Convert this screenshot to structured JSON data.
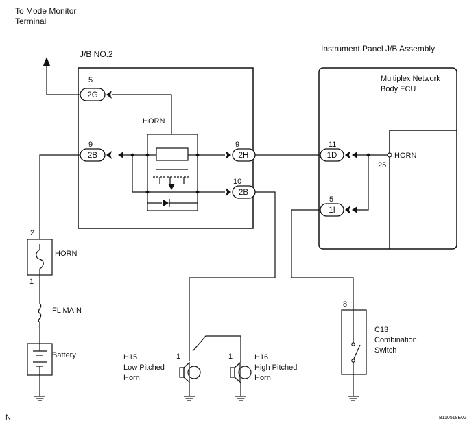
{
  "mode_monitor_line1": "To Mode Monitor",
  "mode_monitor_line2": "Terminal",
  "jb2_title": "J/B NO.2",
  "ip_jb_title": "Instrument Panel J/B Assembly",
  "ecu_line1": "Multiplex Network",
  "ecu_line2": "Body ECU",
  "relay_label": "HORN",
  "ecu_pin_label": "HORN",
  "ecu_pin_number": "25",
  "connectors": {
    "c2g": {
      "pin": "5",
      "name": "2G"
    },
    "c2b_left": {
      "pin": "9",
      "name": "2B"
    },
    "c2h": {
      "pin": "9",
      "name": "2H"
    },
    "c2b_right": {
      "pin": "10",
      "name": "2B"
    },
    "c1d": {
      "pin": "11",
      "name": "1D"
    },
    "c1i": {
      "pin": "5",
      "name": "1I"
    }
  },
  "fuse_horn": {
    "pin_top": "2",
    "label": "HORN",
    "pin_bottom": "1"
  },
  "fl_main": "FL MAIN",
  "battery": "Battery",
  "h15": {
    "pin": "1",
    "code": "H15",
    "line1": "Low Pitched",
    "line2": "Horn"
  },
  "h16": {
    "pin": "1",
    "code": "H16",
    "line1": "High Pitched",
    "line2": "Horn"
  },
  "c13": {
    "pin": "8",
    "code": "C13",
    "line1": "Combination",
    "line2": "Switch"
  },
  "footer_left": "N",
  "footer_right": "B110518E02"
}
